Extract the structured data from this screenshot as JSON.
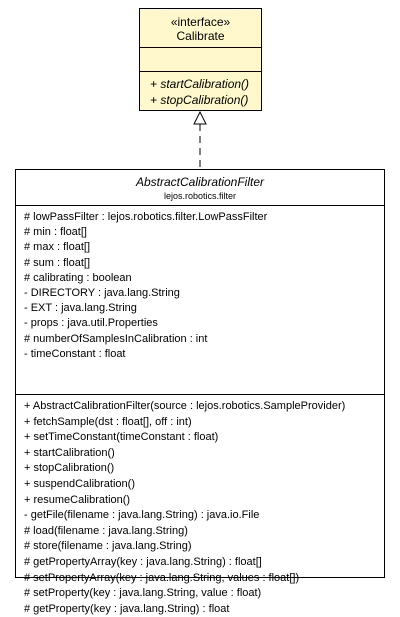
{
  "interface_box": {
    "stereotype": "«interface»",
    "name": "Calibrate",
    "operations": [
      "+ startCalibration()",
      "+ stopCalibration()"
    ]
  },
  "class_box": {
    "name": "AbstractCalibrationFilter",
    "package": "lejos.robotics.filter",
    "attributes": [
      "# lowPassFilter : lejos.robotics.filter.LowPassFilter",
      "# min : float[]",
      "# max : float[]",
      "# sum : float[]",
      "# calibrating : boolean",
      "- DIRECTORY : java.lang.String",
      "- EXT : java.lang.String",
      "- props : java.util.Properties",
      "# numberOfSamplesInCalibration : int",
      "- timeConstant : float"
    ],
    "operations": [
      "+ AbstractCalibrationFilter(source : lejos.robotics.SampleProvider)",
      "+ fetchSample(dst : float[], off : int)",
      "+ setTimeConstant(timeConstant : float)",
      "+ startCalibration()",
      "+ stopCalibration()",
      "+ suspendCalibration()",
      "+ resumeCalibration()",
      "- getFile(filename : java.lang.String) : java.io.File",
      "# load(filename : java.lang.String)",
      "# store(filename : java.lang.String)",
      "# getPropertyArray(key : java.lang.String) : float[]",
      "# setPropertyArray(key : java.lang.String, values : float[])",
      "# setProperty(key : java.lang.String, value : float)",
      "# getProperty(key : java.lang.String) : float"
    ]
  },
  "colors": {
    "interface_fill": "#fff8cc",
    "class_fill": "#ffffff",
    "line": "#000000"
  }
}
